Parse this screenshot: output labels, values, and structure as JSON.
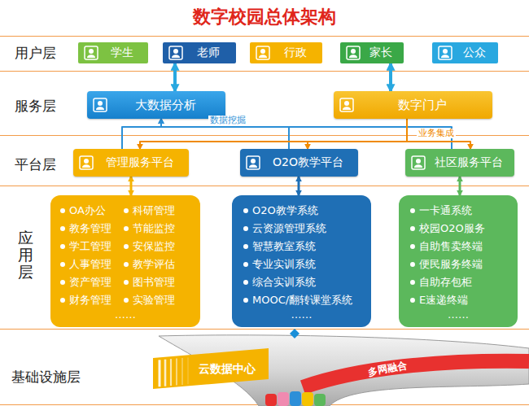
{
  "diagram": {
    "title": "数字校园总体架构",
    "nodes": [
      {
        "text": [
          "学生"
        ]
      },
      {
        "text": [
          "老师"
        ]
      },
      {
        "text": [
          "行政"
        ]
      },
      {
        "text": [
          "家长"
        ]
      },
      {
        "text": [
          "公众"
        ]
      },
      {
        "text": [
          "大数据分析"
        ]
      },
      {
        "text": [
          "数字门户"
        ]
      },
      {
        "text": [
          "管理服务平台"
        ]
      },
      {
        "text": [
          "O2O教学平台"
        ]
      },
      {
        "text": [
          "社区服务平台"
        ]
      },
      {
        "text": [
          "OA办公",
          "科研管理",
          "教务管理",
          "节能监控",
          "学工管理",
          "安保监控",
          "人事管理",
          "教学评估",
          "资产管理",
          "图书管理",
          "财务管理",
          "实验管理",
          "……"
        ]
      },
      {
        "text": [
          "O2O教学系统",
          "云资源管理系统",
          "智慧教室系统",
          "专业实训系统",
          "综合实训系统",
          "MOOC/翻转课堂系统",
          "……"
        ]
      },
      {
        "text": [
          "一卡通系统",
          "校园O2O服务",
          "自助售卖终端",
          "便民服务终端",
          "自助存包柜",
          "E速递终端",
          "……"
        ]
      },
      {
        "text": [
          "云数据中心"
        ]
      }
    ],
    "edges": [
      {
        "from": 1,
        "to": 5,
        "arrow": "both"
      },
      {
        "from": 3,
        "to": 6,
        "arrow": "both"
      },
      {
        "from": 7,
        "to": 5,
        "arrow": "to"
      },
      {
        "from": 8,
        "to": 5,
        "arrow": "to"
      },
      {
        "from": 9,
        "to": 5,
        "label": "数据挖掘",
        "arrow": "to"
      },
      {
        "from": 6,
        "to": 7,
        "arrow": "to"
      },
      {
        "from": 6,
        "to": 8,
        "arrow": "to"
      },
      {
        "from": 6,
        "to": 9,
        "label": "业务集成",
        "arrow": "to"
      },
      {
        "from": 7,
        "to": 10,
        "arrow": "both"
      },
      {
        "from": 8,
        "to": 11,
        "arrow": "both"
      },
      {
        "from": 9,
        "to": 12,
        "arrow": "both"
      }
    ],
    "labels": [
      "用户层",
      "服务层",
      "平台层",
      "应用层",
      "基础设施层",
      "多网融合"
    ]
  }
}
